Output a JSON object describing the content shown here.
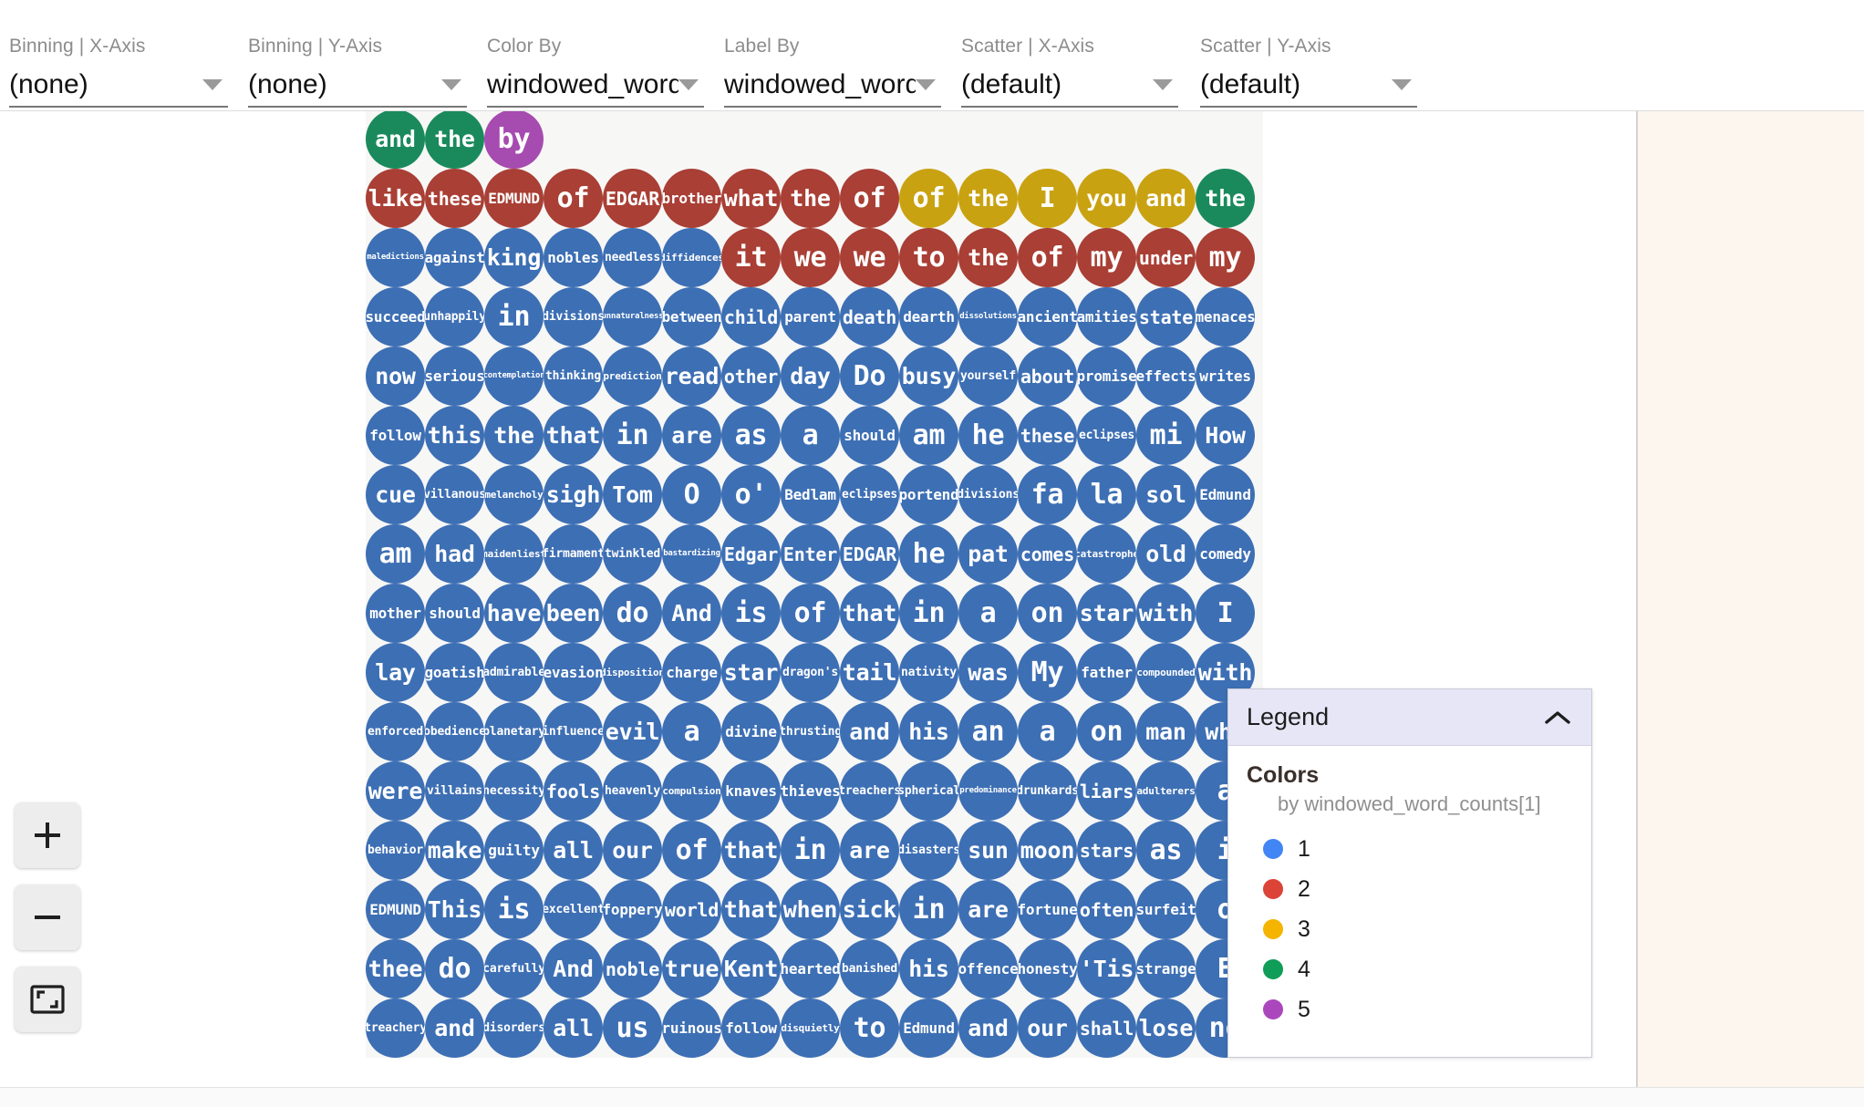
{
  "toolbar": {
    "controls": [
      {
        "label": "Binning | X-Axis",
        "value": "(none)",
        "name": "binning-x-axis"
      },
      {
        "label": "Binning | Y-Axis",
        "value": "(none)",
        "name": "binning-y-axis"
      },
      {
        "label": "Color By",
        "value": "windowed_word_c",
        "name": "color-by"
      },
      {
        "label": "Label By",
        "value": "windowed_word_c",
        "name": "label-by"
      },
      {
        "label": "Scatter | X-Axis",
        "value": "(default)",
        "name": "scatter-x-axis"
      },
      {
        "label": "Scatter | Y-Axis",
        "value": "(default)",
        "name": "scatter-y-axis"
      }
    ]
  },
  "zoom_controls": {
    "zoom_in": "+",
    "zoom_out": "−",
    "fit": "fit-to-screen"
  },
  "legend": {
    "title": "Legend",
    "collapse_icon": "chevron-up-icon",
    "section_title": "Colors",
    "subtitle": "by windowed_word_counts[1]",
    "items": [
      {
        "label": "1",
        "color": "#4285f4"
      },
      {
        "label": "2",
        "color": "#db4437"
      },
      {
        "label": "3",
        "color": "#f4b400"
      },
      {
        "label": "4",
        "color": "#0f9d58"
      },
      {
        "label": "5",
        "color": "#ab47bc"
      }
    ]
  },
  "chart_data": {
    "type": "scatter",
    "title": "",
    "xlabel": "",
    "ylabel": "",
    "grid": false,
    "legend_position": "bottom-right",
    "color_field": "windowed_word_counts[1]",
    "label_field": "windowed_word_counts",
    "plot_background": "#f7f7f6",
    "palette": {
      "1": "#3d6fb4",
      "2": "#a93f35",
      "3": "#c9a211",
      "4": "#1a8a5c",
      "5": "#a64bb0"
    },
    "columns": 16,
    "rows": [
      [
        {
          "t": "and",
          "c": 4
        },
        {
          "t": "the",
          "c": 4
        },
        {
          "t": "by",
          "c": 5
        },
        null,
        null,
        null,
        null,
        null,
        null,
        null,
        null,
        null,
        null,
        null,
        null,
        null
      ],
      [
        {
          "t": "like",
          "c": 2
        },
        {
          "t": "these",
          "c": 2
        },
        {
          "t": "EDMUND",
          "c": 2
        },
        {
          "t": "of",
          "c": 2
        },
        {
          "t": "EDGAR",
          "c": 2
        },
        {
          "t": "brother",
          "c": 2
        },
        {
          "t": "what",
          "c": 2
        },
        {
          "t": "the",
          "c": 2
        },
        {
          "t": "of",
          "c": 2
        },
        {
          "t": "of",
          "c": 3
        },
        {
          "t": "the",
          "c": 3
        },
        {
          "t": "I",
          "c": 3
        },
        {
          "t": "you",
          "c": 3
        },
        {
          "t": "and",
          "c": 3
        },
        {
          "t": "the",
          "c": 4
        },
        null
      ],
      [
        {
          "t": "maledictions",
          "c": 1
        },
        {
          "t": "against",
          "c": 1
        },
        {
          "t": "king",
          "c": 1
        },
        {
          "t": "nobles",
          "c": 1
        },
        {
          "t": "needless",
          "c": 1
        },
        {
          "t": "diffidences",
          "c": 1
        },
        {
          "t": "it",
          "c": 2
        },
        {
          "t": "we",
          "c": 2
        },
        {
          "t": "we",
          "c": 2
        },
        {
          "t": "to",
          "c": 2
        },
        {
          "t": "the",
          "c": 2
        },
        {
          "t": "of",
          "c": 2
        },
        {
          "t": "my",
          "c": 2
        },
        {
          "t": "under",
          "c": 2
        },
        {
          "t": "my",
          "c": 2
        },
        null
      ],
      [
        {
          "t": "succeed",
          "c": 1
        },
        {
          "t": "unhappily",
          "c": 1
        },
        {
          "t": "in",
          "c": 1
        },
        {
          "t": "divisions",
          "c": 1
        },
        {
          "t": "unnaturalness",
          "c": 1
        },
        {
          "t": "between",
          "c": 1
        },
        {
          "t": "child",
          "c": 1
        },
        {
          "t": "parent",
          "c": 1
        },
        {
          "t": "death",
          "c": 1
        },
        {
          "t": "dearth",
          "c": 1
        },
        {
          "t": "dissolutions",
          "c": 1
        },
        {
          "t": "ancient",
          "c": 1
        },
        {
          "t": "amities",
          "c": 1
        },
        {
          "t": "state",
          "c": 1
        },
        {
          "t": "menaces",
          "c": 1
        },
        null
      ],
      [
        {
          "t": "now",
          "c": 1
        },
        {
          "t": "serious",
          "c": 1
        },
        {
          "t": "contemplation",
          "c": 1
        },
        {
          "t": "thinking",
          "c": 1
        },
        {
          "t": "prediction",
          "c": 1
        },
        {
          "t": "read",
          "c": 1
        },
        {
          "t": "other",
          "c": 1
        },
        {
          "t": "day",
          "c": 1
        },
        {
          "t": "Do",
          "c": 1
        },
        {
          "t": "busy",
          "c": 1
        },
        {
          "t": "yourself",
          "c": 1
        },
        {
          "t": "about",
          "c": 1
        },
        {
          "t": "promise",
          "c": 1
        },
        {
          "t": "effects",
          "c": 1
        },
        {
          "t": "writes",
          "c": 1
        },
        null
      ],
      [
        {
          "t": "follow",
          "c": 1
        },
        {
          "t": "this",
          "c": 1
        },
        {
          "t": "the",
          "c": 1
        },
        {
          "t": "that",
          "c": 1
        },
        {
          "t": "in",
          "c": 1
        },
        {
          "t": "are",
          "c": 1
        },
        {
          "t": "as",
          "c": 1
        },
        {
          "t": "a",
          "c": 1
        },
        {
          "t": "should",
          "c": 1
        },
        {
          "t": "am",
          "c": 1
        },
        {
          "t": "he",
          "c": 1
        },
        {
          "t": "these",
          "c": 1
        },
        {
          "t": "eclipses",
          "c": 1
        },
        {
          "t": "mi",
          "c": 1
        },
        {
          "t": "How",
          "c": 1
        },
        null
      ],
      [
        {
          "t": "cue",
          "c": 1
        },
        {
          "t": "villanous",
          "c": 1
        },
        {
          "t": "melancholy",
          "c": 1
        },
        {
          "t": "sigh",
          "c": 1
        },
        {
          "t": "Tom",
          "c": 1
        },
        {
          "t": "O",
          "c": 1
        },
        {
          "t": "o'",
          "c": 1
        },
        {
          "t": "Bedlam",
          "c": 1
        },
        {
          "t": "eclipses",
          "c": 1
        },
        {
          "t": "portend",
          "c": 1
        },
        {
          "t": "divisions",
          "c": 1
        },
        {
          "t": "fa",
          "c": 1
        },
        {
          "t": "la",
          "c": 1
        },
        {
          "t": "sol",
          "c": 1
        },
        {
          "t": "Edmund",
          "c": 1
        },
        null
      ],
      [
        {
          "t": "am",
          "c": 1
        },
        {
          "t": "had",
          "c": 1
        },
        {
          "t": "maidenliest",
          "c": 1
        },
        {
          "t": "firmament",
          "c": 1
        },
        {
          "t": "twinkled",
          "c": 1
        },
        {
          "t": "bastardizing",
          "c": 1
        },
        {
          "t": "Edgar",
          "c": 1
        },
        {
          "t": "Enter",
          "c": 1
        },
        {
          "t": "EDGAR",
          "c": 1
        },
        {
          "t": "he",
          "c": 1
        },
        {
          "t": "pat",
          "c": 1
        },
        {
          "t": "comes",
          "c": 1
        },
        {
          "t": "catastrophe",
          "c": 1
        },
        {
          "t": "old",
          "c": 1
        },
        {
          "t": "comedy",
          "c": 1
        },
        null
      ],
      [
        {
          "t": "mother",
          "c": 1
        },
        {
          "t": "should",
          "c": 1
        },
        {
          "t": "have",
          "c": 1
        },
        {
          "t": "been",
          "c": 1
        },
        {
          "t": "do",
          "c": 1
        },
        {
          "t": "And",
          "c": 1
        },
        {
          "t": "is",
          "c": 1
        },
        {
          "t": "of",
          "c": 1
        },
        {
          "t": "that",
          "c": 1
        },
        {
          "t": "in",
          "c": 1
        },
        {
          "t": "a",
          "c": 1
        },
        {
          "t": "on",
          "c": 1
        },
        {
          "t": "star",
          "c": 1
        },
        {
          "t": "with",
          "c": 1
        },
        {
          "t": "I",
          "c": 1
        },
        null
      ],
      [
        {
          "t": "lay",
          "c": 1
        },
        {
          "t": "goatish",
          "c": 1
        },
        {
          "t": "admirable",
          "c": 1
        },
        {
          "t": "evasion",
          "c": 1
        },
        {
          "t": "disposition",
          "c": 1
        },
        {
          "t": "charge",
          "c": 1
        },
        {
          "t": "star",
          "c": 1
        },
        {
          "t": "dragon's",
          "c": 1
        },
        {
          "t": "tail",
          "c": 1
        },
        {
          "t": "nativity",
          "c": 1
        },
        {
          "t": "was",
          "c": 1
        },
        {
          "t": "My",
          "c": 1
        },
        {
          "t": "father",
          "c": 1
        },
        {
          "t": "compounded",
          "c": 1
        },
        {
          "t": "with",
          "c": 1
        },
        null
      ],
      [
        {
          "t": "enforced",
          "c": 1
        },
        {
          "t": "obedience",
          "c": 1
        },
        {
          "t": "planetary",
          "c": 1
        },
        {
          "t": "influence",
          "c": 1
        },
        {
          "t": "evil",
          "c": 1
        },
        {
          "t": "a",
          "c": 1
        },
        {
          "t": "divine",
          "c": 1
        },
        {
          "t": "thrusting",
          "c": 1
        },
        {
          "t": "and",
          "c": 1
        },
        {
          "t": "his",
          "c": 1
        },
        {
          "t": "an",
          "c": 1
        },
        {
          "t": "a",
          "c": 1
        },
        {
          "t": "on",
          "c": 1
        },
        {
          "t": "man",
          "c": 1
        },
        {
          "t": "who",
          "c": 1
        },
        null
      ],
      [
        {
          "t": "were",
          "c": 1
        },
        {
          "t": "villains",
          "c": 1
        },
        {
          "t": "necessity",
          "c": 1
        },
        {
          "t": "fools",
          "c": 1
        },
        {
          "t": "heavenly",
          "c": 1
        },
        {
          "t": "compulsion",
          "c": 1
        },
        {
          "t": "knaves",
          "c": 1
        },
        {
          "t": "thieves",
          "c": 1
        },
        {
          "t": "treachers",
          "c": 1
        },
        {
          "t": "spherical",
          "c": 1
        },
        {
          "t": "predominance",
          "c": 1
        },
        {
          "t": "drunkards",
          "c": 1
        },
        {
          "t": "liars",
          "c": 1
        },
        {
          "t": "adulterers",
          "c": 1
        },
        {
          "t": "a",
          "c": 1
        },
        null
      ],
      [
        {
          "t": "behavior",
          "c": 1
        },
        {
          "t": "make",
          "c": 1
        },
        {
          "t": "guilty",
          "c": 1
        },
        {
          "t": "all",
          "c": 1
        },
        {
          "t": "our",
          "c": 1
        },
        {
          "t": "of",
          "c": 1
        },
        {
          "t": "that",
          "c": 1
        },
        {
          "t": "in",
          "c": 1
        },
        {
          "t": "are",
          "c": 1
        },
        {
          "t": "disasters",
          "c": 1
        },
        {
          "t": "sun",
          "c": 1
        },
        {
          "t": "moon",
          "c": 1
        },
        {
          "t": "stars",
          "c": 1
        },
        {
          "t": "as",
          "c": 1
        },
        {
          "t": "i",
          "c": 1
        },
        null
      ],
      [
        {
          "t": "EDMUND",
          "c": 1
        },
        {
          "t": "This",
          "c": 1
        },
        {
          "t": "is",
          "c": 1
        },
        {
          "t": "excellent",
          "c": 1
        },
        {
          "t": "foppery",
          "c": 1
        },
        {
          "t": "world",
          "c": 1
        },
        {
          "t": "that",
          "c": 1
        },
        {
          "t": "when",
          "c": 1
        },
        {
          "t": "sick",
          "c": 1
        },
        {
          "t": "in",
          "c": 1
        },
        {
          "t": "are",
          "c": 1
        },
        {
          "t": "fortune",
          "c": 1
        },
        {
          "t": "often",
          "c": 1
        },
        {
          "t": "surfeit",
          "c": 1
        },
        {
          "t": "o",
          "c": 1
        },
        null
      ],
      [
        {
          "t": "thee",
          "c": 1
        },
        {
          "t": "do",
          "c": 1
        },
        {
          "t": "carefully",
          "c": 1
        },
        {
          "t": "And",
          "c": 1
        },
        {
          "t": "noble",
          "c": 1
        },
        {
          "t": "true",
          "c": 1
        },
        {
          "t": "Kent",
          "c": 1
        },
        {
          "t": "hearted",
          "c": 1
        },
        {
          "t": "banished",
          "c": 1
        },
        {
          "t": "his",
          "c": 1
        },
        {
          "t": "offence",
          "c": 1
        },
        {
          "t": "honesty",
          "c": 1
        },
        {
          "t": "'Tis",
          "c": 1
        },
        {
          "t": "strange",
          "c": 1
        },
        {
          "t": "E",
          "c": 1
        },
        null
      ],
      [
        {
          "t": "treachery",
          "c": 1
        },
        {
          "t": "and",
          "c": 1
        },
        {
          "t": "disorders",
          "c": 1
        },
        {
          "t": "all",
          "c": 1
        },
        {
          "t": "us",
          "c": 1
        },
        {
          "t": "ruinous",
          "c": 1
        },
        {
          "t": "follow",
          "c": 1
        },
        {
          "t": "disquietly",
          "c": 1
        },
        {
          "t": "to",
          "c": 1
        },
        {
          "t": "Edmund",
          "c": 1
        },
        {
          "t": "and",
          "c": 1
        },
        {
          "t": "our",
          "c": 1
        },
        {
          "t": "shall",
          "c": 1
        },
        {
          "t": "lose",
          "c": 1
        },
        {
          "t": "no",
          "c": 1
        },
        null
      ]
    ]
  }
}
